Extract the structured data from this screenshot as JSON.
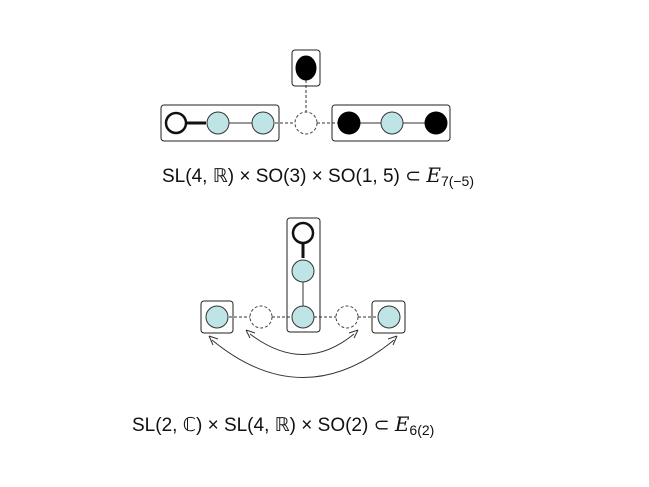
{
  "colors": {
    "fill_light": "#bfe4e6",
    "fill_dark": "#000000",
    "stroke": "#222222",
    "box_fill": "#ffffff"
  },
  "diagrams": [
    {
      "id": "e7",
      "caption": {
        "group": "SL(4, ℝ) × SO(3) × SO(1, 5) ⊂ ",
        "algebra": "E",
        "subscript": "7(−5)"
      }
    },
    {
      "id": "e6",
      "caption": {
        "group": "SL(2, ℂ) × SL(4, ℝ) × SO(2) ⊂ ",
        "algebra": "E",
        "subscript": "6(2)"
      }
    }
  ]
}
